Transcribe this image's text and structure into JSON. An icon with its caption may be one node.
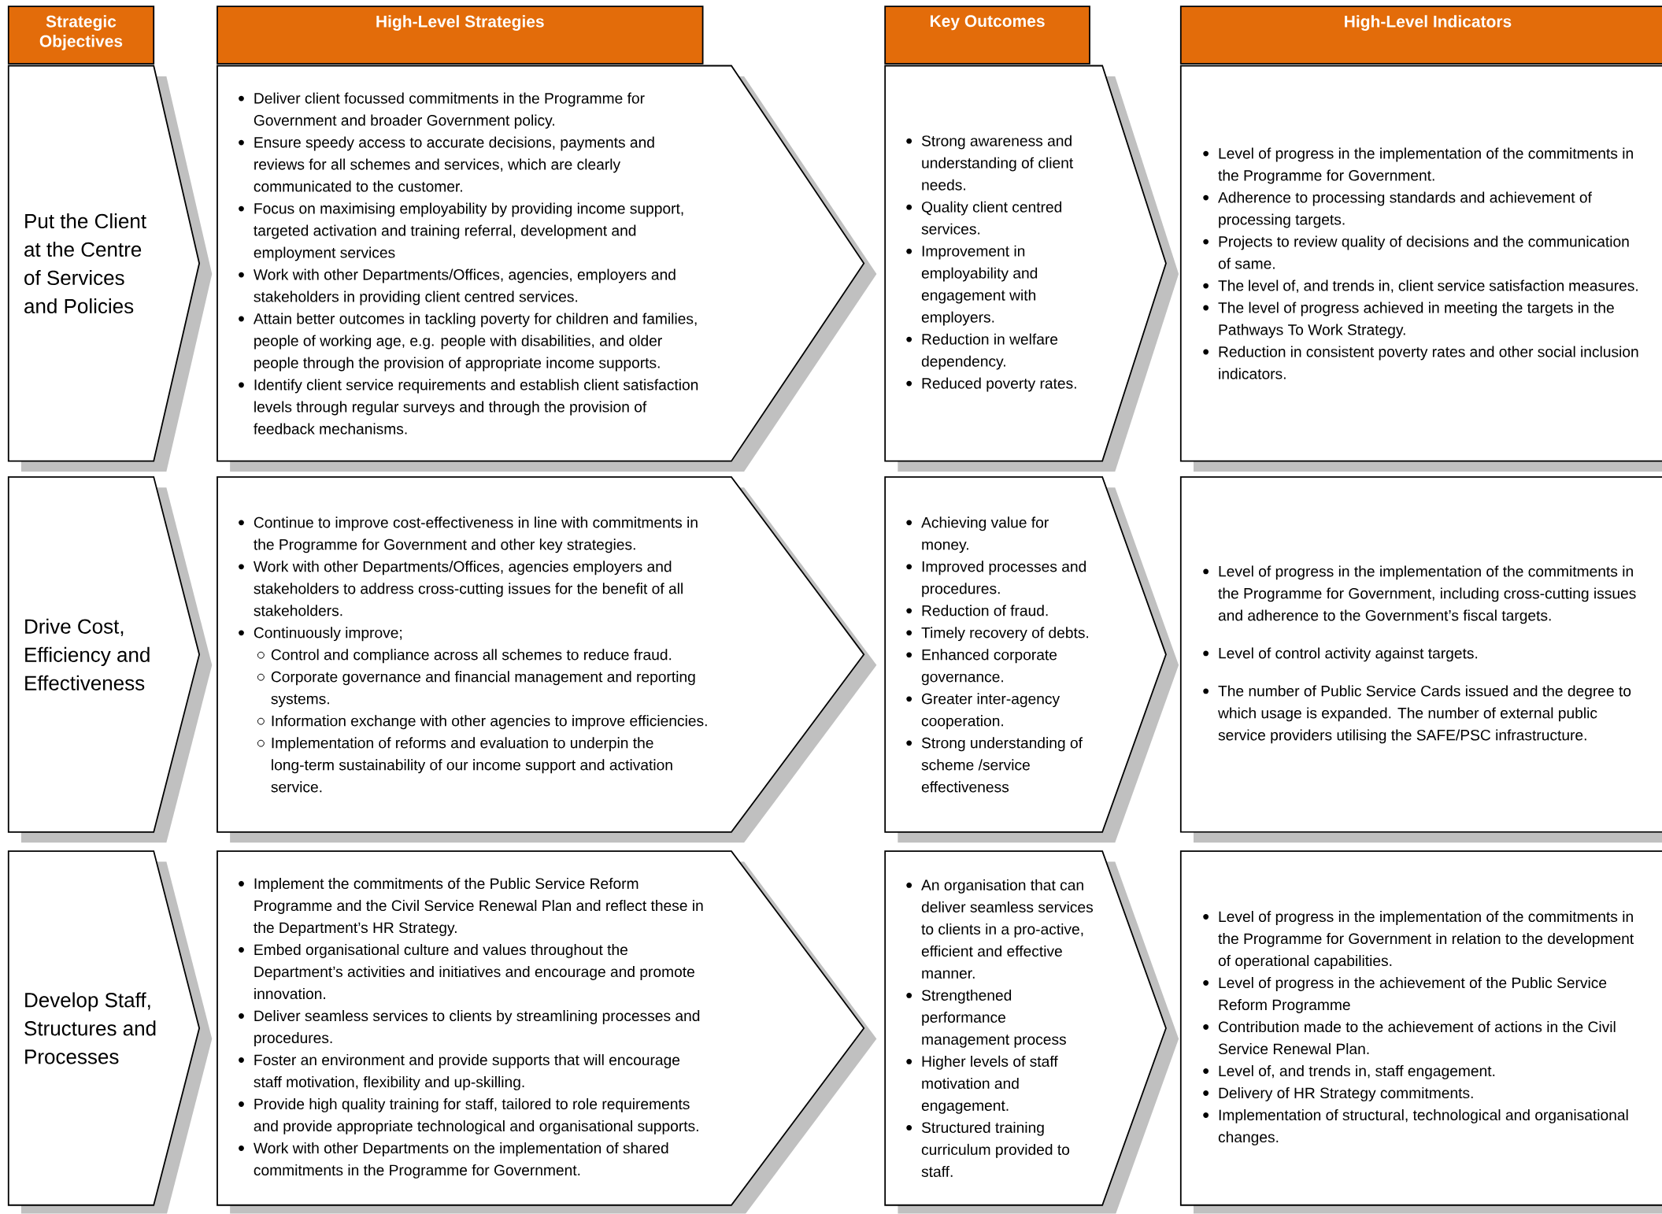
{
  "diagram": {
    "nodes": [
      {
        "text": [
          "Strategic Objectives"
        ]
      },
      {
        "text": [
          "High-Level Strategies"
        ]
      },
      {
        "text": [
          "Key Outcomes"
        ]
      },
      {
        "text": [
          "High-Level Indicators"
        ]
      },
      {
        "text": [
          "Put the Client at the Centre of Services and Policies"
        ]
      },
      {
        "text": [
          "Deliver client focussed commitments in the Programme for Government and broader Government policy.",
          "Ensure speedy access to accurate decisions, payments and reviews for all schemes and services, which are clearly communicated to the customer.",
          "Focus on maximising employability by providing income support, targeted activation and training referral, development and employment services",
          "Work with other Departments/Offices, agencies, employers and stakeholders in providing client centred services.",
          "Attain better outcomes in tackling poverty for children and families, people of working age, e.g. people with disabilities, and older people through the provision of appropriate income supports.",
          "Identify client service requirements and establish client satisfaction levels through regular surveys and through the provision of feedback mechanisms."
        ]
      },
      {
        "text": [
          "Strong awareness and understanding of client needs.",
          "Quality client centred services.",
          "Improvement in employability and engagement with employers.",
          "Reduction in welfare dependency.",
          "Reduced poverty rates."
        ]
      },
      {
        "text": [
          "Level of progress in the implementation of the commitments in the Programme for Government.",
          "Adherence to processing standards and achievement of processing targets.",
          "Projects to review quality of decisions and the communication of same.",
          "The level of, and trends in, client service satisfaction measures.",
          "The level of progress achieved in meeting the targets in the Pathways To Work Strategy.",
          "Reduction in consistent poverty rates and other social inclusion indicators."
        ]
      },
      {
        "text": [
          "Drive Cost, Efficiency and Effectiveness"
        ]
      },
      {
        "text": [
          "Continue to improve cost-effectiveness in line with commitments in the Programme for Government and other key strategies.",
          "Work with other Departments/Offices, agencies employers and stakeholders to address cross-cutting issues for the benefit of all stakeholders.",
          "Continuously improve;",
          "Control and compliance across all schemes to reduce fraud.",
          "Corporate governance and financial management and reporting systems.",
          "Information exchange with other agencies to improve efficiencies.",
          "Implementation of reforms and evaluation to underpin the long-term sustainability of our income support and activation service."
        ]
      },
      {
        "text": [
          "Achieving value for money.",
          "Improved processes and procedures.",
          "Reduction of fraud.",
          "Timely recovery of debts.",
          "Enhanced corporate governance.",
          "Greater inter-agency cooperation.",
          "Strong understanding of scheme /service effectiveness"
        ]
      },
      {
        "text": [
          "Level of progress in the implementation of the commitments in the Programme for Government, including cross-cutting issues and adherence to the Government’s fiscal targets.",
          "Level of control activity against targets.",
          "The number of Public Service Cards issued and the degree to which usage is expanded. The number of external public service providers utilising the SAFE/PSC infrastructure."
        ]
      },
      {
        "text": [
          "Develop Staff, Structures and Processes"
        ]
      },
      {
        "text": [
          "Implement the commitments of the Public Service Reform Programme and the Civil Service Renewal Plan and reflect these in the Department’s HR Strategy.",
          "Embed organisational culture and values throughout the Department’s activities and initiatives and encourage and promote innovation.",
          "Deliver seamless services to clients by streamlining processes and procedures.",
          "Foster an environment and provide supports that will encourage staff motivation, flexibility and up-skilling.",
          "Provide high quality training for staff, tailored to role requirements and provide appropriate technological and organisational supports.",
          "Work with other Departments on the implementation of shared commitments in the Programme for Government."
        ]
      },
      {
        "text": [
          "An organisation that can deliver seamless services to clients in a pro-active, efficient and effective manner.",
          "Strengthened performance management process",
          "Higher levels of staff motivation and engagement.",
          "Structured training curriculum provided to staff."
        ]
      },
      {
        "text": [
          "Level of progress in the implementation of the commitments in the Programme for Government in relation to the development of operational capabilities.",
          "Level of progress in the achievement of the Public Service Reform Programme",
          "Contribution made to the achievement of actions in the Civil Service Renewal Plan.",
          "Level of, and trends in, staff engagement.",
          "Delivery of HR Strategy commitments.",
          "Implementation of structural, technological and organisational changes."
        ]
      }
    ]
  }
}
